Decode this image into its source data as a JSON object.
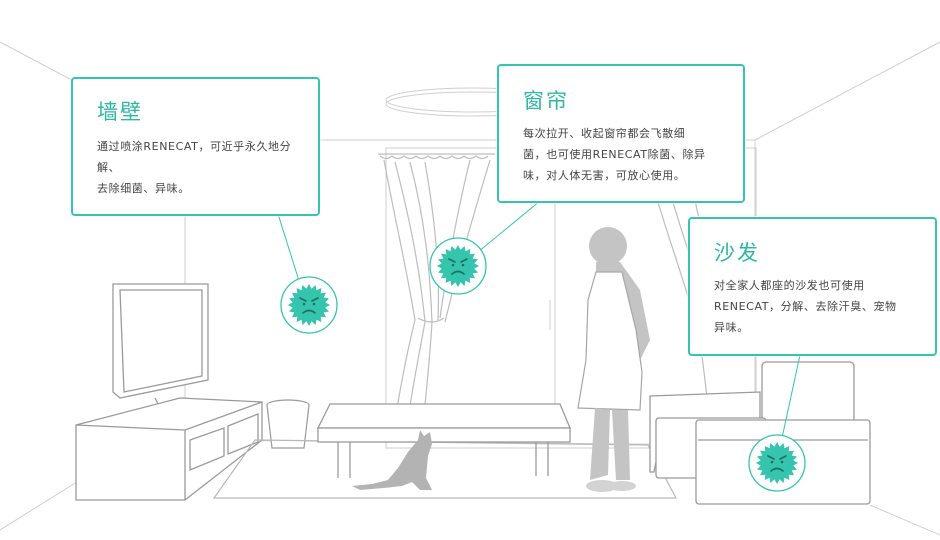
{
  "accent_color": "#35c4ad",
  "callouts": {
    "wall": {
      "title": "墙壁",
      "lines": [
        "通过喷涂RENECAT，可近乎永久地分解、",
        "去除细菌、异味。"
      ]
    },
    "curtain": {
      "title": "窗帘",
      "lines": [
        "每次拉开、收起窗帘都会飞散细",
        "菌，也可使用RENECAT除菌、除异",
        "味，对人体无害，可放心使用。"
      ]
    },
    "sofa": {
      "title": "沙发",
      "lines": [
        "对全家人都座的沙发也可使用",
        "RENECAT，分解、去除汗臭、宠物",
        "异味。"
      ]
    }
  },
  "icons": [
    "germ-icon",
    "germ-icon",
    "germ-icon"
  ]
}
